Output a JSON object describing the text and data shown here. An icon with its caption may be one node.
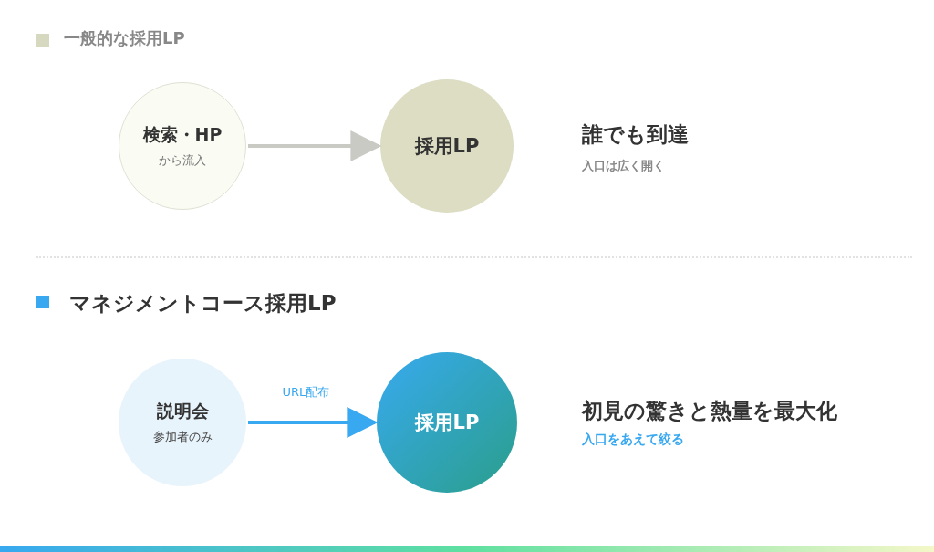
{
  "diagram": {
    "nodes": [
      {
        "text": [
          "検索・HP",
          "から流入"
        ]
      },
      {
        "text": [
          "採用LP"
        ]
      },
      {
        "text": [
          "説明会",
          "参加者のみ"
        ]
      },
      {
        "text": [
          "採用LP"
        ]
      }
    ],
    "edges": [
      {
        "from": 0,
        "to": 1,
        "arrow": "to",
        "color": "#c8cac3"
      },
      {
        "from": 2,
        "to": 3,
        "arrow": "to",
        "label": "URL配布",
        "color": "#38a8f0"
      }
    ],
    "labels": [
      "一般的な採用LP",
      "誰でも到達",
      "入口は広く開く",
      "マネジメントコース採用LP",
      "初見の驚きと熱量を最大化",
      "入口をあえて絞る"
    ]
  }
}
